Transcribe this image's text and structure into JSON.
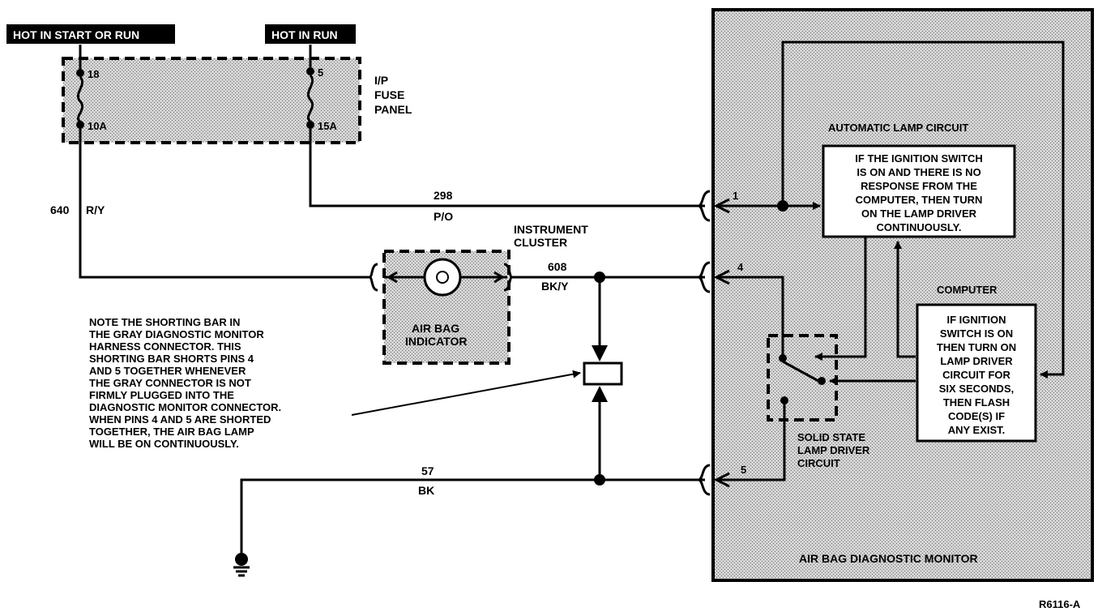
{
  "power": {
    "hot_start_run": "HOT IN START OR RUN",
    "hot_run": "HOT IN RUN"
  },
  "fuse_panel": {
    "label_line1": "I/P",
    "label_line2": "FUSE",
    "label_line3": "PANEL",
    "fuse_a_pin": "18",
    "fuse_a_rating": "10A",
    "fuse_b_pin": "5",
    "fuse_b_rating": "15A"
  },
  "wires": {
    "w640_num": "640",
    "w640_color": "R/Y",
    "w298_num": "298",
    "w298_color": "P/O",
    "w608_num": "608",
    "w608_color": "BK/Y",
    "w57_num": "57",
    "w57_color": "BK"
  },
  "cluster": {
    "label_line1": "INSTRUMENT",
    "label_line2": "CLUSTER",
    "indicator_line1": "AIR BAG",
    "indicator_line2": "INDICATOR"
  },
  "note": {
    "lines": [
      "NOTE THE SHORTING BAR IN",
      "THE GRAY DIAGNOSTIC MONITOR",
      "HARNESS CONNECTOR. THIS",
      "SHORTING BAR SHORTS PINS 4",
      "AND 5 TOGETHER WHENEVER",
      "THE GRAY CONNECTOR IS NOT",
      "FIRMLY PLUGGED INTO THE",
      "DIAGNOSTIC MONITOR CONNECTOR.",
      "WHEN PINS 4 AND 5 ARE SHORTED",
      "TOGETHER, THE AIR BAG LAMP",
      "WILL BE ON CONTINUOUSLY."
    ]
  },
  "monitor": {
    "title": "AIR BAG DIAGNOSTIC MONITOR",
    "pin1": "1",
    "pin4": "4",
    "pin5": "5",
    "auto_lamp_title": "AUTOMATIC LAMP CIRCUIT",
    "auto_lamp_lines": [
      "IF THE IGNITION SWITCH",
      "IS ON AND THERE IS NO",
      "RESPONSE FROM THE",
      "COMPUTER, THEN TURN",
      "ON THE LAMP DRIVER",
      "CONTINUOUSLY."
    ],
    "computer_title": "COMPUTER",
    "computer_lines": [
      "IF IGNITION",
      "SWITCH IS ON",
      "THEN TURN ON",
      "LAMP DRIVER",
      "CIRCUIT FOR",
      "SIX SECONDS,",
      "THEN FLASH",
      "CODE(S) IF",
      "ANY EXIST."
    ],
    "driver_line1": "SOLID STATE",
    "driver_line2": "LAMP DRIVER",
    "driver_line3": "CIRCUIT"
  },
  "figure_id": "R6116-A"
}
